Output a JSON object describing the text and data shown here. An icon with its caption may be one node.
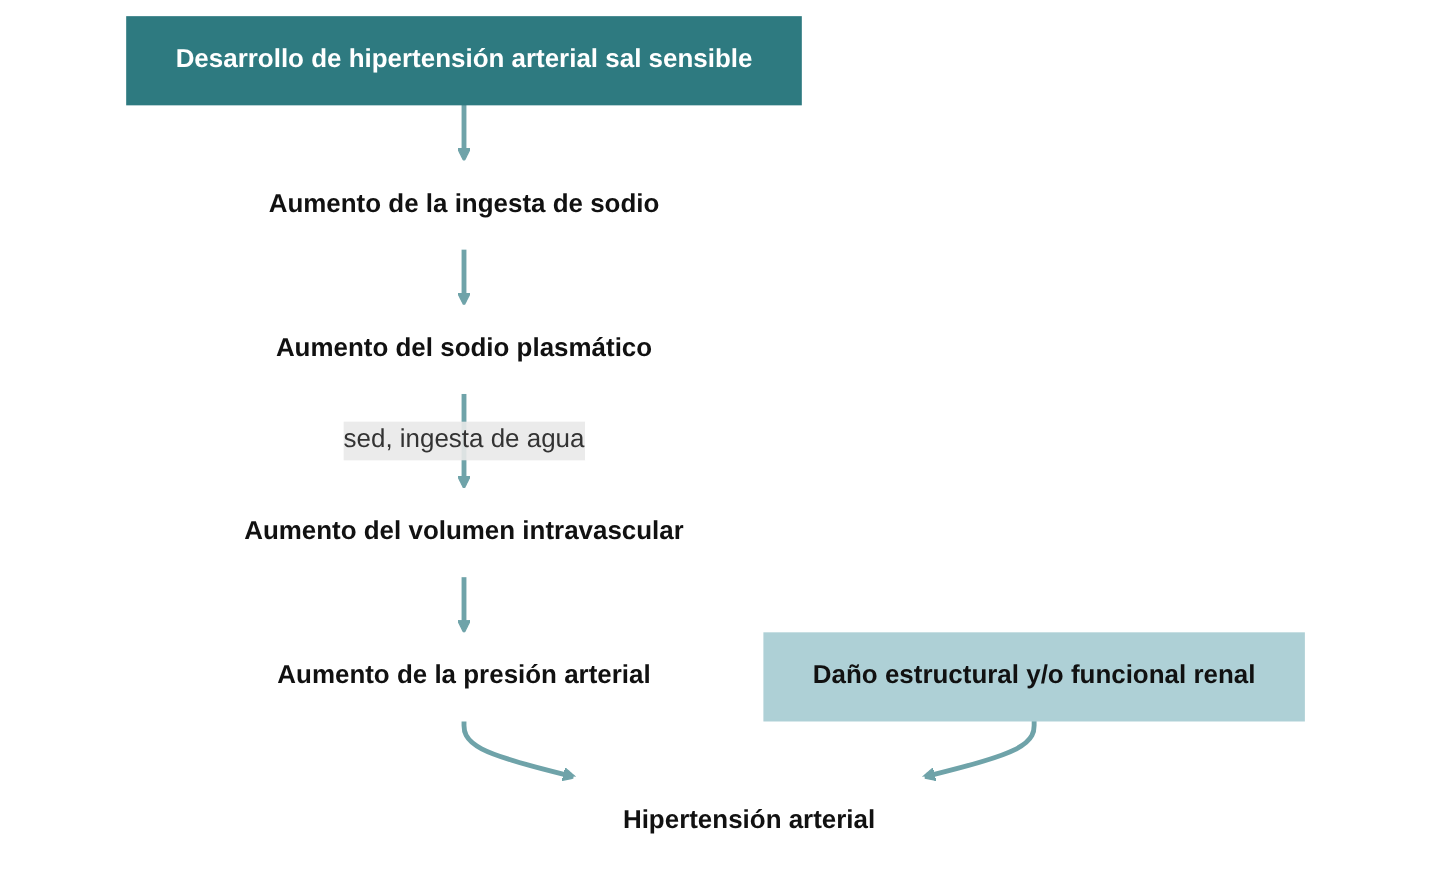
{
  "diagram": {
    "nodes": [
      {
        "text": [
          "Desarrollo de hipertensión arterial sal sensible"
        ]
      },
      {
        "text": [
          "Aumento de la ingesta de sodio"
        ]
      },
      {
        "text": [
          "Aumento del sodio plasmático"
        ]
      },
      {
        "text": [
          "Aumento del volumen intravascular"
        ]
      },
      {
        "text": [
          "Aumento de la presión arterial"
        ]
      },
      {
        "text": [
          "Hipertensión arterial"
        ]
      },
      {
        "text": [
          "Daño estructural y/o funcional renal"
        ]
      }
    ],
    "edges": [
      {
        "from": 0,
        "to": 1,
        "arrow": "to"
      },
      {
        "from": 1,
        "to": 2,
        "arrow": "to"
      },
      {
        "from": 2,
        "to": 3,
        "arrow": "to",
        "label": "sed, ingesta de agua"
      },
      {
        "from": 3,
        "to": 4,
        "arrow": "to"
      },
      {
        "from": 4,
        "to": 5,
        "arrow": "to"
      },
      {
        "from": 6,
        "to": 5,
        "arrow": "to"
      }
    ]
  }
}
